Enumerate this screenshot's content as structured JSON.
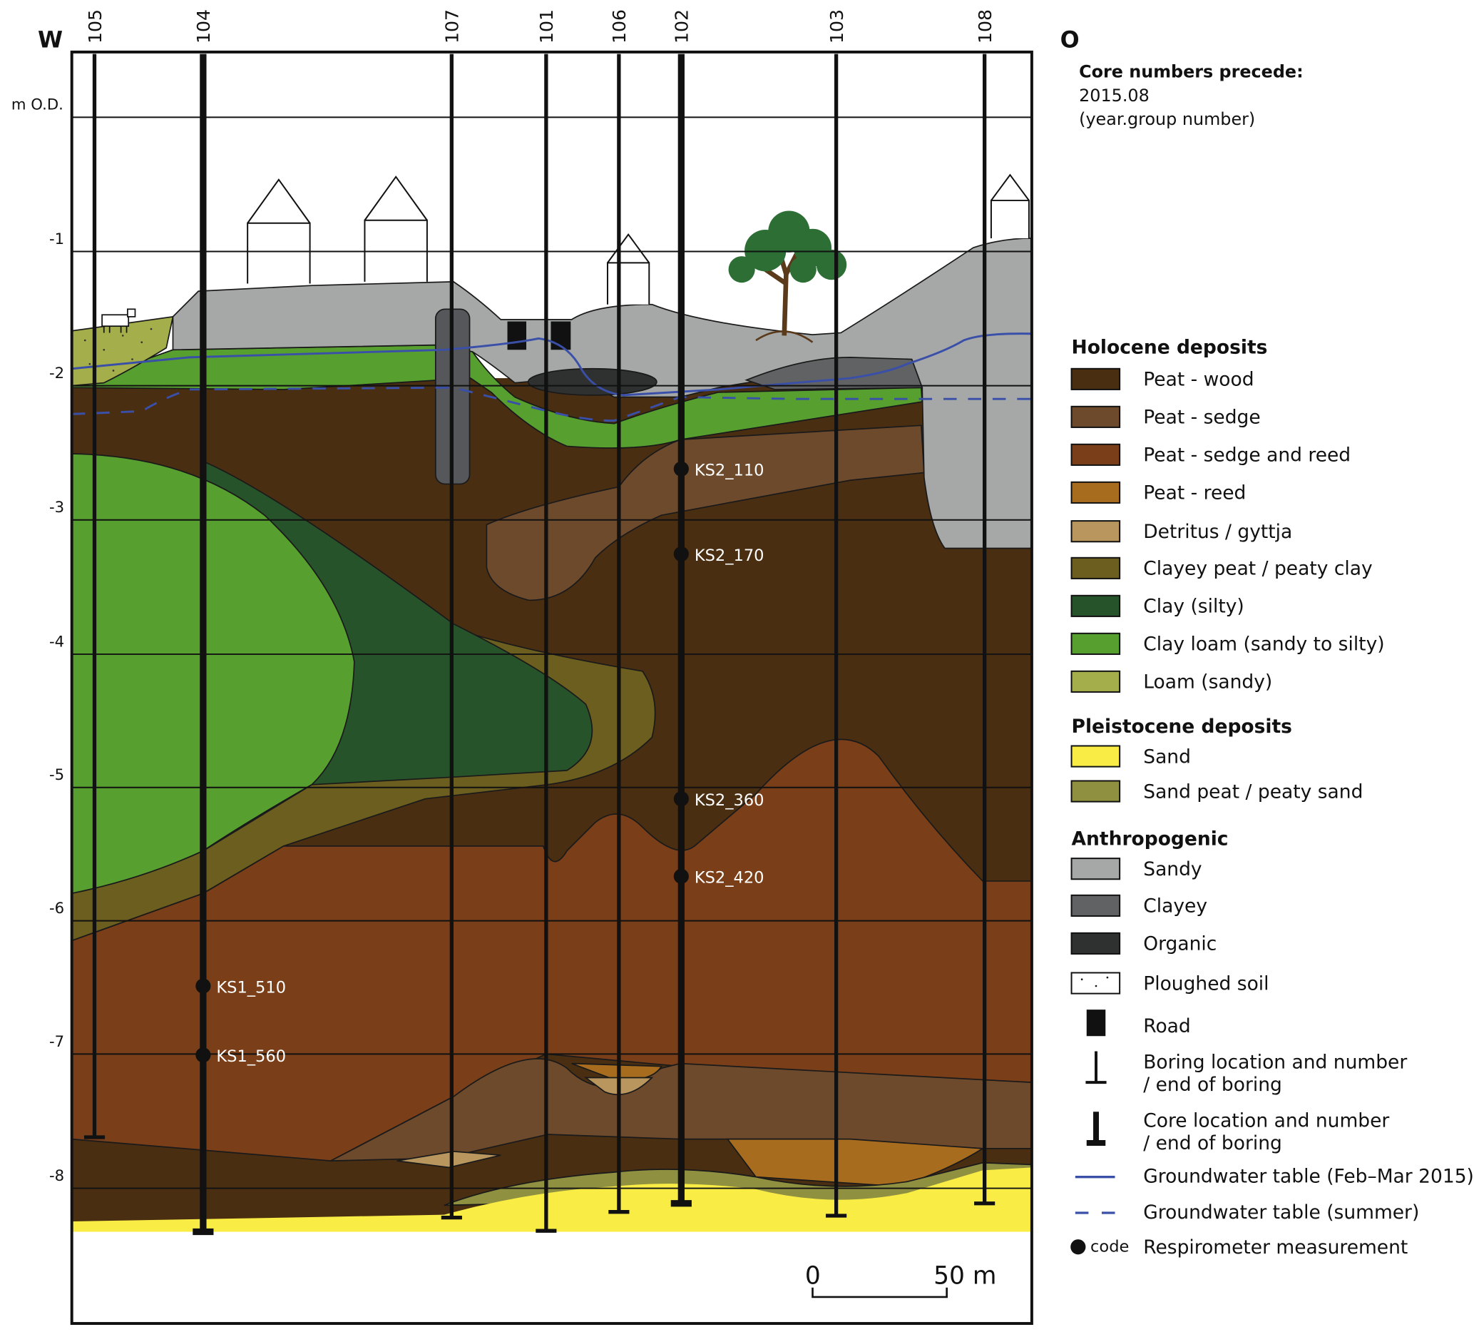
{
  "compass": {
    "west": "W",
    "east": "O"
  },
  "axis": {
    "unit": "m O.D.",
    "ticks": [
      "-1",
      "-2",
      "-3",
      "-4",
      "-5",
      "-6",
      "-7",
      "-8"
    ]
  },
  "boreholes": [
    "105",
    "104",
    "107",
    "101",
    "106",
    "102",
    "103",
    "108"
  ],
  "respirometer_codes": [
    "KS2_110",
    "KS2_170",
    "KS2_360",
    "KS2_420",
    "KS1_510",
    "KS1_560"
  ],
  "note": {
    "title": "Core numbers precede:",
    "line1": "2015.08",
    "line2": "(year.group number)"
  },
  "legend": {
    "holocene_title": "Holocene deposits",
    "holocene": [
      {
        "label": "Peat - wood",
        "color": "#4a2e12"
      },
      {
        "label": "Peat - sedge",
        "color": "#6e4a2c"
      },
      {
        "label": "Peat - sedge and reed",
        "color": "#7a3f18"
      },
      {
        "label": "Peat - reed",
        "color": "#a86c1e"
      },
      {
        "label": "Detritus / gyttja",
        "color": "#b8965e"
      },
      {
        "label": "Clayey peat / peaty clay",
        "color": "#6b5e1e"
      },
      {
        "label": "Clay (silty)",
        "color": "#27532a"
      },
      {
        "label": "Clay loam (sandy to silty)",
        "color": "#57a030"
      },
      {
        "label": "Loam (sandy)",
        "color": "#a4ae4a"
      }
    ],
    "pleistocene_title": "Pleistocene deposits",
    "pleistocene": [
      {
        "label": "Sand",
        "color": "#f8ec45"
      },
      {
        "label": "Sand peat / peaty sand",
        "color": "#8f9040"
      }
    ],
    "anthropogenic_title": "Anthropogenic",
    "anthropogenic": [
      {
        "label": "Sandy",
        "color": "#a6a8a8"
      },
      {
        "label": "Clayey",
        "color": "#606263"
      },
      {
        "label": "Organic",
        "color": "#2f3030"
      },
      {
        "label": "Ploughed soil",
        "color": "#ffffff"
      }
    ],
    "road": "Road",
    "boring_1": "Boring location and number",
    "boring_2": "/ end of boring",
    "core_1": "Core location and number",
    "core_2": "/ end of boring",
    "gw_winter": "Groundwater table (Feb–Mar 2015)",
    "gw_summer": "Groundwater table (summer)",
    "resp_code": "code",
    "resp": "Respirometer measurement",
    "water_color": "#3a4fa8"
  },
  "scale": {
    "zero": "0",
    "end": "50 m"
  }
}
